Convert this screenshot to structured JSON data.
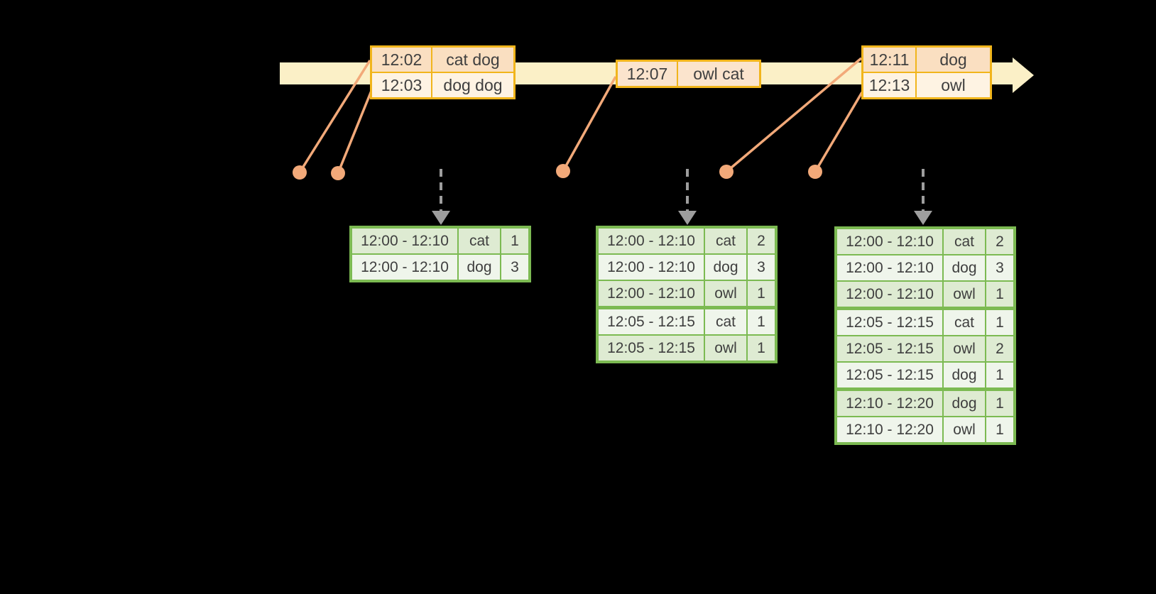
{
  "diagram": {
    "kind": "windowed-stream-aggregation-diagram",
    "background_color": "#000000"
  },
  "colors": {
    "timeline_band": "#FBF0C7",
    "event_table_border": "#F1B51C",
    "event_row_dark": "#FADFC1",
    "event_row_light": "#FEF3E3",
    "event_row_mid": "#FBE4CD",
    "connector_orange": "#F2A979",
    "trigger_arrow_gray": "#9E9E9E",
    "result_table_border": "#7CBA52",
    "result_row_dark": "#DEEBD2",
    "result_row_light": "#EFF5EB",
    "text": "#3F3F3F"
  },
  "icons": {
    "timeline_arrow": "right-pointing-band-arrow",
    "event_marker": "filled-circle-dot",
    "connector": "diagonal-line",
    "trigger_arrow": "dashed-down-arrow"
  },
  "timeline": {
    "event_tables": [
      {
        "rows": [
          {
            "cells": [
              "12:02",
              "cat dog"
            ],
            "shade": "dark"
          },
          {
            "cells": [
              "12:03",
              "dog dog"
            ],
            "shade": "light"
          }
        ]
      },
      {
        "rows": [
          {
            "cells": [
              "12:07",
              "owl cat"
            ],
            "shade": "mid"
          }
        ]
      },
      {
        "rows": [
          {
            "cells": [
              "12:11",
              "dog"
            ],
            "shade": "dark"
          },
          {
            "cells": [
              "12:13",
              "owl"
            ],
            "shade": "light"
          }
        ]
      }
    ]
  },
  "result_tables": [
    {
      "rows": [
        {
          "cells": [
            "12:00 - 12:10",
            "cat",
            "1"
          ],
          "shade": "dark"
        },
        {
          "cells": [
            "12:00 - 12:10",
            "dog",
            "3"
          ],
          "shade": "light"
        }
      ]
    },
    {
      "rows": [
        {
          "cells": [
            "12:00 - 12:10",
            "cat",
            "2"
          ],
          "shade": "dark"
        },
        {
          "cells": [
            "12:00 - 12:10",
            "dog",
            "3"
          ],
          "shade": "light"
        },
        {
          "cells": [
            "12:00 - 12:10",
            "owl",
            "1"
          ],
          "shade": "dark"
        },
        {
          "cells": [
            "12:05 - 12:15",
            "cat",
            "1"
          ],
          "shade": "light",
          "group_start": true
        },
        {
          "cells": [
            "12:05 - 12:15",
            "owl",
            "1"
          ],
          "shade": "dark"
        }
      ]
    },
    {
      "rows": [
        {
          "cells": [
            "12:00 - 12:10",
            "cat",
            "2"
          ],
          "shade": "dark"
        },
        {
          "cells": [
            "12:00 - 12:10",
            "dog",
            "3"
          ],
          "shade": "light"
        },
        {
          "cells": [
            "12:00 - 12:10",
            "owl",
            "1"
          ],
          "shade": "dark"
        },
        {
          "cells": [
            "12:05 - 12:15",
            "cat",
            "1"
          ],
          "shade": "light",
          "group_start": true
        },
        {
          "cells": [
            "12:05 - 12:15",
            "owl",
            "2"
          ],
          "shade": "dark"
        },
        {
          "cells": [
            "12:05 - 12:15",
            "dog",
            "1"
          ],
          "shade": "light"
        },
        {
          "cells": [
            "12:10 - 12:20",
            "dog",
            "1"
          ],
          "shade": "dark",
          "group_start": true
        },
        {
          "cells": [
            "12:10 - 12:20",
            "owl",
            "1"
          ],
          "shade": "light"
        }
      ]
    }
  ]
}
